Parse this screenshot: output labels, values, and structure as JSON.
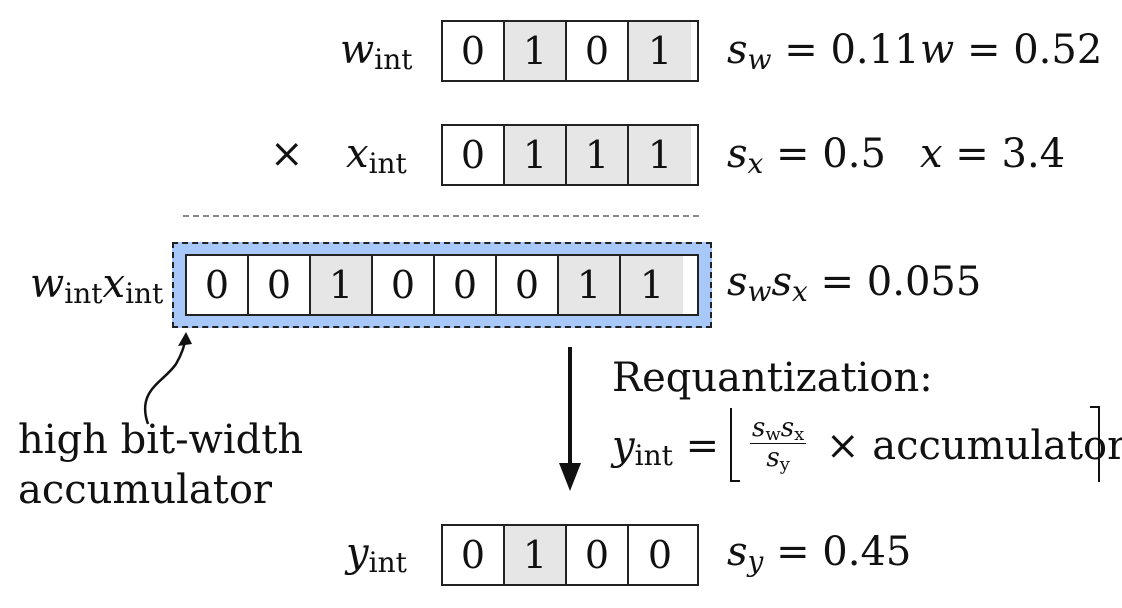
{
  "rows": {
    "w": {
      "var": "w",
      "sub": "int",
      "bits": [
        "0",
        "1",
        "0",
        "1"
      ],
      "scale_var": "s",
      "scale_sub": "w",
      "scale_value": "= 0.11",
      "real_var": "w",
      "real_value": "= 0.52"
    },
    "x": {
      "op": "×",
      "var": "x",
      "sub": "int",
      "bits": [
        "0",
        "1",
        "1",
        "1"
      ],
      "scale_var": "s",
      "scale_sub": "x",
      "scale_value": "= 0.5",
      "real_var": "x",
      "real_value": "= 3.4"
    },
    "acc": {
      "var1": "w",
      "sub1": "int",
      "var2": "x",
      "sub2": "int",
      "bits": [
        "0",
        "0",
        "1",
        "0",
        "0",
        "0",
        "1",
        "1"
      ],
      "scale_var1": "s",
      "scale_sub1": "w",
      "scale_var2": "s",
      "scale_sub2": "x",
      "scale_value": "= 0.055"
    },
    "y": {
      "var": "y",
      "sub": "int",
      "bits": [
        "0",
        "1",
        "0",
        "0"
      ],
      "scale_var": "s",
      "scale_sub": "y",
      "scale_value": "= 0.45"
    }
  },
  "annotation": {
    "line1": "high bit-width",
    "line2": "accumulator"
  },
  "requant": {
    "title": "Requantization:",
    "lhs_var": "y",
    "lhs_sub": "int",
    "eq": "=",
    "num_a": "s",
    "num_a_sub": "w",
    "num_b": "s",
    "num_b_sub": "x",
    "den": "s",
    "den_sub": "y",
    "times": "×",
    "word": "accumulator"
  },
  "colors": {
    "highlight_bit": "#e6e6e6",
    "accumulator_fill": "#a9c8fa",
    "separator": "#888888"
  }
}
